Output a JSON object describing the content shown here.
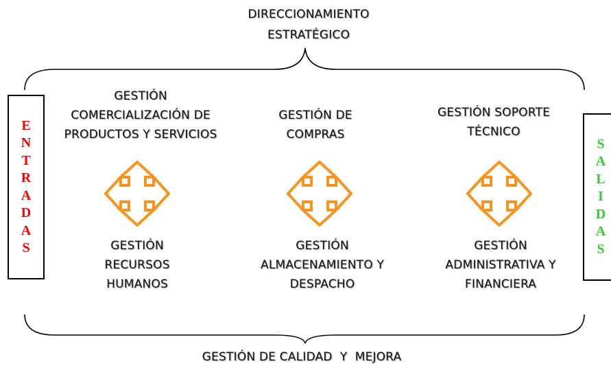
{
  "top_label": [
    "DIRECCIONAMIENTO",
    "ESTRATÉGICO"
  ],
  "bottom_label": "GESTIÓN DE CALIDAD  Y  MEJORA",
  "entradas": {
    "letters": [
      "E",
      "N",
      "T",
      "R",
      "A",
      "D",
      "A",
      "S"
    ],
    "color": "#ff0000"
  },
  "salidas": {
    "letters": [
      "S",
      "A",
      "L",
      "I",
      "D",
      "A",
      "S"
    ],
    "color": "#33cc33"
  },
  "arrow_color": "#f7941d",
  "processes_top": [
    {
      "lines": [
        "GESTIÓN",
        "COMERCIALIZACIÓN  DE",
        "PRODUCTOS Y SERVICIOS"
      ]
    },
    {
      "lines": [
        "GESTIÓN  DE",
        "COMPRAS"
      ]
    },
    {
      "lines": [
        "GESTIÓN SOPORTE",
        "TÉCNICO"
      ]
    }
  ],
  "processes_bottom": [
    {
      "lines": [
        "GESTIÓN",
        "RECURSOS",
        "HUMANOS"
      ]
    },
    {
      "lines": [
        "GESTIÓN",
        "ALMACENAMIENTO Y",
        "DESPACHO"
      ]
    },
    {
      "lines": [
        "GESTIÓN",
        "ADMINISTRATIVA Y",
        "FINANCIERA"
      ]
    }
  ]
}
